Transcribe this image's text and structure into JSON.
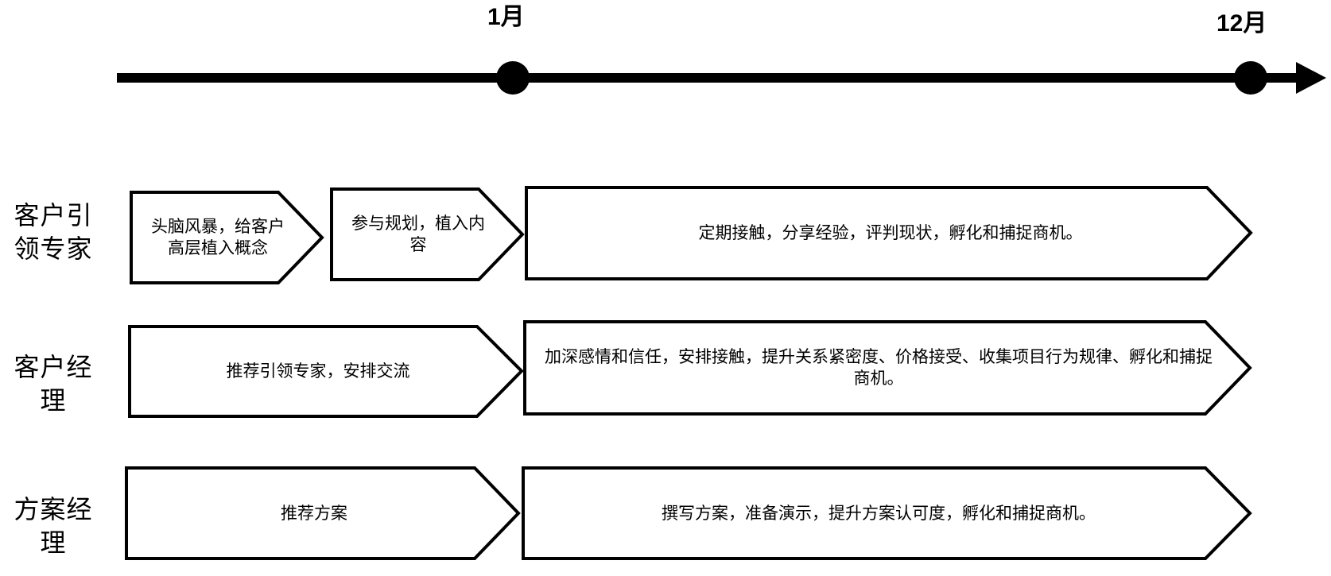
{
  "timeline": {
    "markers": [
      {
        "label": "1月"
      },
      {
        "label": "12月"
      }
    ]
  },
  "rows": [
    {
      "label": "客户引领专家",
      "steps": [
        "头脑风暴，给客户高层植入概念",
        "参与规划，植入内容",
        "定期接触，分享经验，评判现状，孵化和捕捉商机。"
      ]
    },
    {
      "label": "客户经理",
      "steps": [
        "推荐引领专家，安排交流",
        "加深感情和信任，安排接触，提升关系紧密度、价格接受、收集项目行为规律、孵化和捕捉商机。"
      ]
    },
    {
      "label": "方案经理",
      "steps": [
        "推荐方案",
        "撰写方案，准备演示，提升方案认可度，孵化和捕捉商机。"
      ]
    }
  ]
}
